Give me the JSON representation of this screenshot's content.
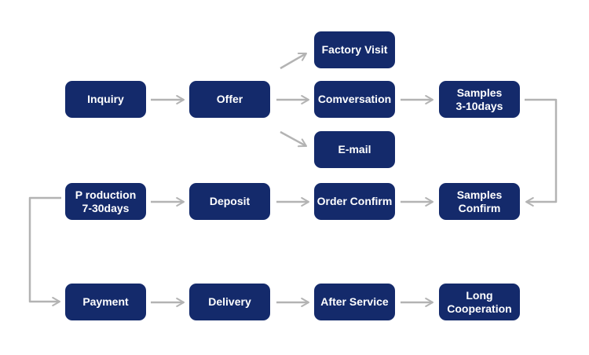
{
  "colors": {
    "box": "#142a6b",
    "text": "#ffffff",
    "arrow": "#b3b3b3",
    "background": "#ffffff"
  },
  "nodes": {
    "inquiry": "Inquiry",
    "offer": "Offer",
    "factory_visit": "Factory Visit",
    "conversation": "Comversation",
    "email": "E-mail",
    "samples": "Samples\n3-10days",
    "samples_confirm": "Samples\nConfirm",
    "order_confirm": "Order Confirm",
    "deposit": "Deposit",
    "production": "P roduction\n7-30days",
    "payment": "Payment",
    "delivery": "Delivery",
    "after_service": "After Service",
    "long_cooperation": "Long\nCooperation"
  }
}
